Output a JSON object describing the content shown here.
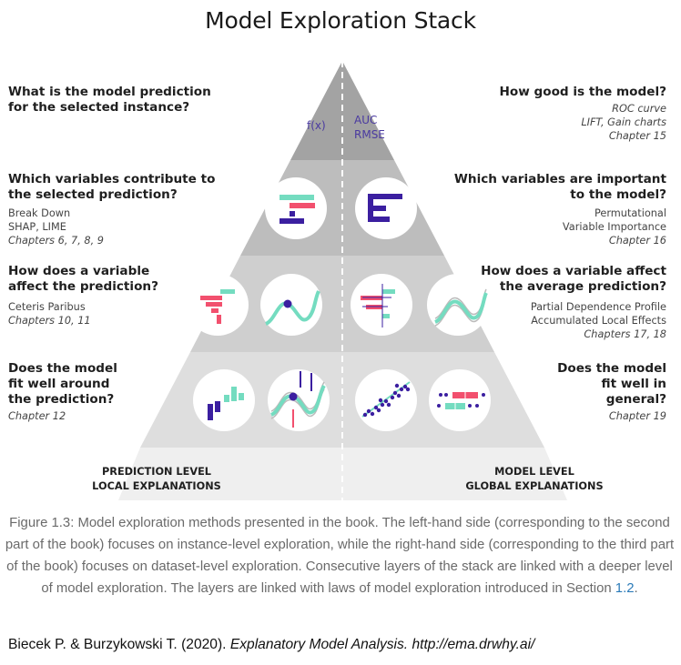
{
  "title": "Model Exploration Stack",
  "colors": {
    "tier1": "#a3a3a3",
    "tier2": "#bdbdbd",
    "tier3": "#cfcfcf",
    "tier4": "#dedede",
    "tier5": "#efefef",
    "accent_pink": "#f2506e",
    "accent_teal": "#74dcc0",
    "accent_purple": "#3b1fa0"
  },
  "apex": {
    "left_label": "f(x)",
    "right_label_1": "AUC",
    "right_label_2": "RMSE"
  },
  "left": [
    {
      "question_lines": [
        "What is the model prediction",
        "for the selected instance?"
      ],
      "methods": [],
      "chapters": ""
    },
    {
      "question_lines": [
        "Which variables contribute to",
        "the selected prediction?"
      ],
      "methods": [
        "Break Down",
        "SHAP, LIME"
      ],
      "chapters": "Chapters 6, 7, 8, 9"
    },
    {
      "question_lines": [
        "How does a variable",
        "affect the prediction?"
      ],
      "methods": [
        "Ceteris Paribus"
      ],
      "chapters": "Chapters 10, 11"
    },
    {
      "question_lines": [
        "Does the model",
        "fit well around",
        "the prediction?"
      ],
      "methods": [],
      "chapters": "Chapter 12"
    }
  ],
  "right": [
    {
      "question_lines": [
        "How good is the model?"
      ],
      "methods": [
        "ROC curve",
        "LIFT, Gain charts"
      ],
      "methods_italic": true,
      "chapters": "Chapter 15"
    },
    {
      "question_lines": [
        "Which variables are important",
        "to the model?"
      ],
      "methods": [
        "Permutational",
        "Variable Importance"
      ],
      "chapters": "Chapter 16"
    },
    {
      "question_lines": [
        "How does a variable affect",
        "the average prediction?"
      ],
      "methods": [
        "Partial Dependence Profile",
        "Accumulated Local Effects"
      ],
      "chapters": "Chapters 17, 18"
    },
    {
      "question_lines": [
        "Does the model",
        "fit well in",
        "general?"
      ],
      "methods": [],
      "chapters": "Chapter 19"
    }
  ],
  "base": {
    "left_line1": "PREDICTION LEVEL",
    "left_line2": "LOCAL EXPLANATIONS",
    "right_line1": "MODEL LEVEL",
    "right_line2": "GLOBAL EXPLANATIONS"
  },
  "icons": [
    "break-down-icon",
    "variable-importance-icon",
    "local-break-down-icon",
    "ceteris-paribus-icon",
    "multi-profile-icon",
    "partial-dependence-icon",
    "residual-bars-icon",
    "local-fit-icon",
    "scatter-fit-icon",
    "boxplot-residuals-icon"
  ],
  "caption": {
    "text": "Figure 1.3: Model exploration methods presented in the book. The left-hand side (corresponding to the second part of the book) focuses on instance-level exploration, while the right-hand side (corresponding to the third part of the book) focuses on dataset-level exploration. Consecutive layers of the stack are linked with a deeper level of model exploration. The layers are linked with laws of model exploration introduced in Section ",
    "link": "1.2",
    "end": "."
  },
  "citation": {
    "authors": "Biecek P. & Burzykowski T. (2020). ",
    "book": "Explanatory Model Analysis. http://ema.drwhy.ai/"
  }
}
